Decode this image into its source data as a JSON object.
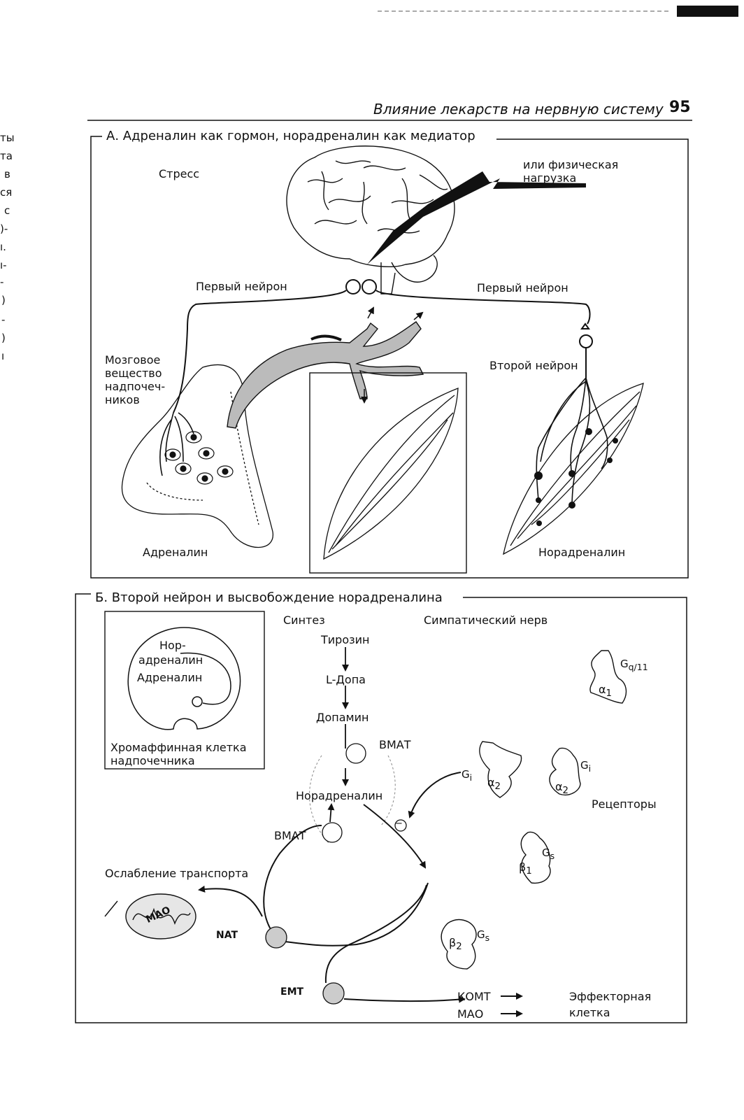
{
  "header": {
    "running_title": "Влияние лекарств на нервную систему",
    "page_number": "95"
  },
  "margin_text": [
    "ты",
    "та",
    "в",
    "ся",
    "с",
    ")-",
    "ı.",
    "ı-",
    "-",
    ")",
    "-",
    ")",
    "ı"
  ],
  "panelA": {
    "title": "А. Адреналин как гормон, норадреналин как медиатор",
    "stress": "Стресс",
    "exercise": "или физическая нагрузка",
    "first_neuron_left": "Первый нейрон",
    "first_neuron_right": "Первый нейрон",
    "second_neuron": "Второй нейрон",
    "adrenal_medulla": "Мозговое вещество надпочеч-ников",
    "adrenaline": "Адреналин",
    "noradrenaline": "Норадреналин"
  },
  "panelB": {
    "title": "Б. Второй нейрон и высвобождение норадреналина",
    "synthesis": "Синтез",
    "sympathetic_nerve": "Симпатический нерв",
    "tyrosine": "Тирозин",
    "ldopa": "L-Допа",
    "dopamine": "Допамин",
    "vmat_top": "ВМАТ",
    "vmat_bottom": "ВМАТ",
    "noradrenaline": "Норадреналин",
    "inset_noradrenaline_1": "Нор-",
    "inset_noradrenaline_2": "адреналин",
    "inset_adrenaline": "Адреналин",
    "inset_caption_1": "Хромаффинная клетка",
    "inset_caption_2": "надпочечника",
    "transport_weakening": "Ослабление транспорта",
    "mao": "МАО",
    "nat": "NAT",
    "emt": "EMT",
    "comt": "КОМТ",
    "mao2": "МАО",
    "effector_cell_1": "Эффекторная",
    "effector_cell_2": "клетка",
    "receptors": "Рецепторы",
    "gi1": "G",
    "gi1_sub": "i",
    "gi2": "G",
    "gi2_sub": "i",
    "gq": "G",
    "gq_sub": "q/11",
    "gs1": "G",
    "gs1_sub": "s",
    "gs2": "G",
    "gs2_sub": "s",
    "alpha1": "α",
    "alpha1_sub": "1",
    "alpha2a": "α",
    "alpha2a_sub": "2",
    "alpha2b": "α",
    "alpha2b_sub": "2",
    "beta1": "β",
    "beta1_sub": "1",
    "beta2": "β",
    "beta2_sub": "2",
    "inhibit": "−"
  }
}
